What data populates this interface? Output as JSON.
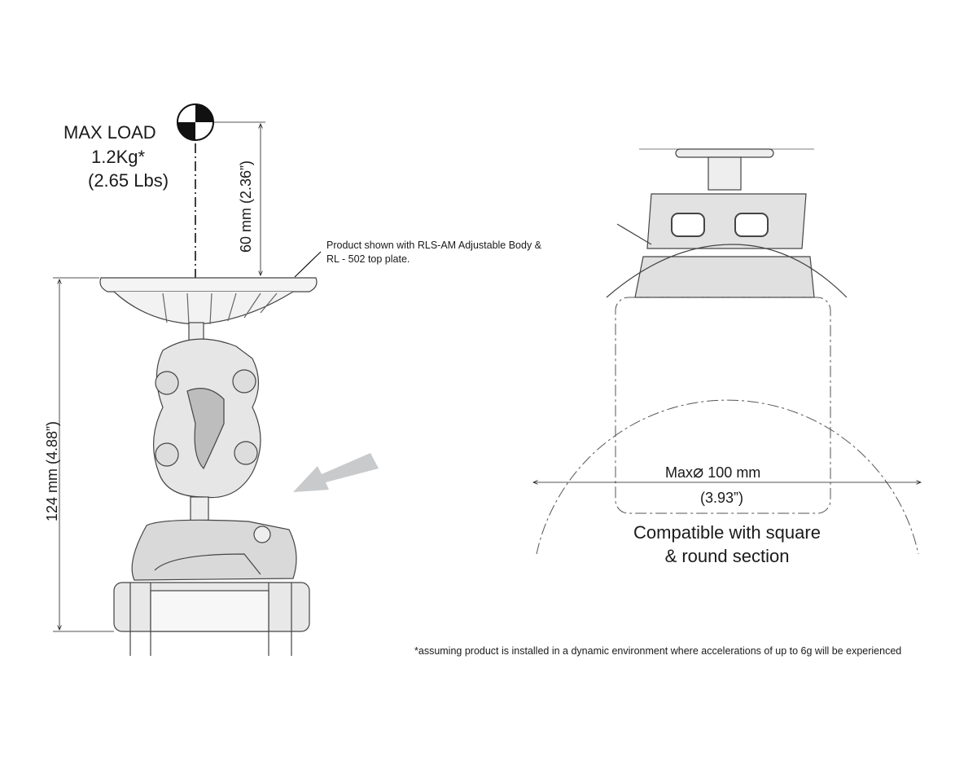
{
  "load": {
    "title": "MAX LOAD",
    "kg": "1.2Kg*",
    "lbs": "(2.65 Lbs)"
  },
  "dimensions": {
    "height_cog": "60 mm (2.36”)",
    "height_total": "124 mm (4.88”)",
    "diameter_label": "Max",
    "diameter_symbol": "⌀",
    "diameter_value": "100 mm",
    "diameter_inches": "(3.93”)"
  },
  "notes": {
    "product_line1": "Product shown with RLS-AM Adjustable Body &",
    "product_line2": "RL - 502 top plate.",
    "compat_line1": "Compatible with square",
    "compat_line2": "& round section",
    "footnote": "*assuming product is installed in a dynamic environment where accelerations of up to 6g will be experienced"
  },
  "colors": {
    "line": "#1a1a1a",
    "arrow": "#c8cacc",
    "part": "#555555"
  }
}
